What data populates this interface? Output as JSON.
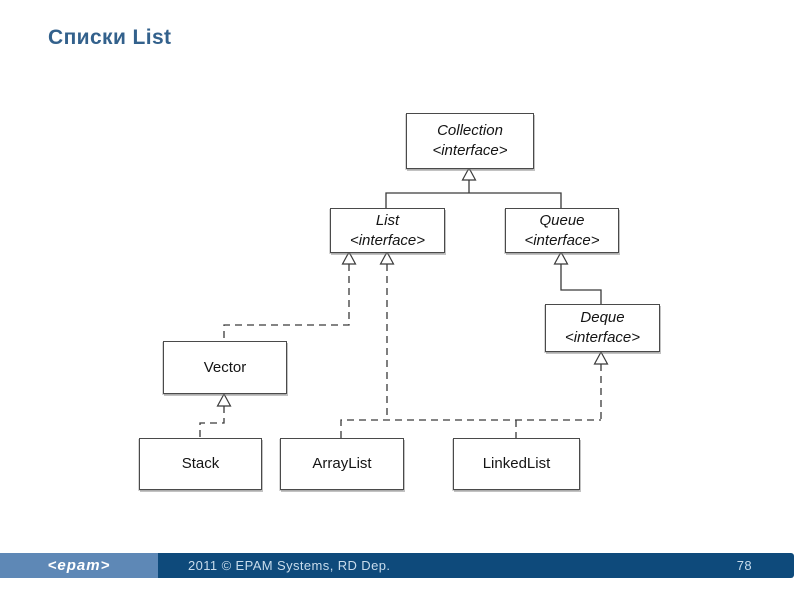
{
  "slide": {
    "title": "Списки List",
    "footer": {
      "logo": "<epam>",
      "copyright": "2011 © EPAM Systems, RD Dep.",
      "page_number": "78"
    },
    "colors": {
      "title_text": "#33618C",
      "footer_bar_dark": "#0E4A7B",
      "footer_bar_light": "#5E88B6",
      "footer_text": "#C8DCEC",
      "diagram_lines": "#3A3A3A"
    }
  },
  "diagram": {
    "nodes": [
      {
        "name": "Collection",
        "stereotype": "<interface>",
        "kind": "interface"
      },
      {
        "name": "List",
        "stereotype": "<interface>",
        "kind": "interface"
      },
      {
        "name": "Queue",
        "stereotype": "<interface>",
        "kind": "interface"
      },
      {
        "name": "Deque",
        "stereotype": "<interface>",
        "kind": "interface"
      },
      {
        "name": "Vector",
        "kind": "class"
      },
      {
        "name": "Stack",
        "kind": "class"
      },
      {
        "name": "ArrayList",
        "kind": "class"
      },
      {
        "name": "LinkedList",
        "kind": "class"
      }
    ],
    "edges": [
      {
        "from": "List",
        "to": "Collection",
        "type": "extends",
        "style": "solid"
      },
      {
        "from": "Queue",
        "to": "Collection",
        "type": "extends",
        "style": "solid"
      },
      {
        "from": "Deque",
        "to": "Queue",
        "type": "extends",
        "style": "solid"
      },
      {
        "from": "Vector",
        "to": "List",
        "type": "implements",
        "style": "dashed"
      },
      {
        "from": "ArrayList",
        "to": "List",
        "type": "implements",
        "style": "dashed"
      },
      {
        "from": "LinkedList",
        "to": "List",
        "type": "implements",
        "style": "dashed"
      },
      {
        "from": "LinkedList",
        "to": "Deque",
        "type": "implements",
        "style": "dashed"
      },
      {
        "from": "Stack",
        "to": "Vector",
        "type": "extends",
        "style": "dashed"
      }
    ]
  }
}
